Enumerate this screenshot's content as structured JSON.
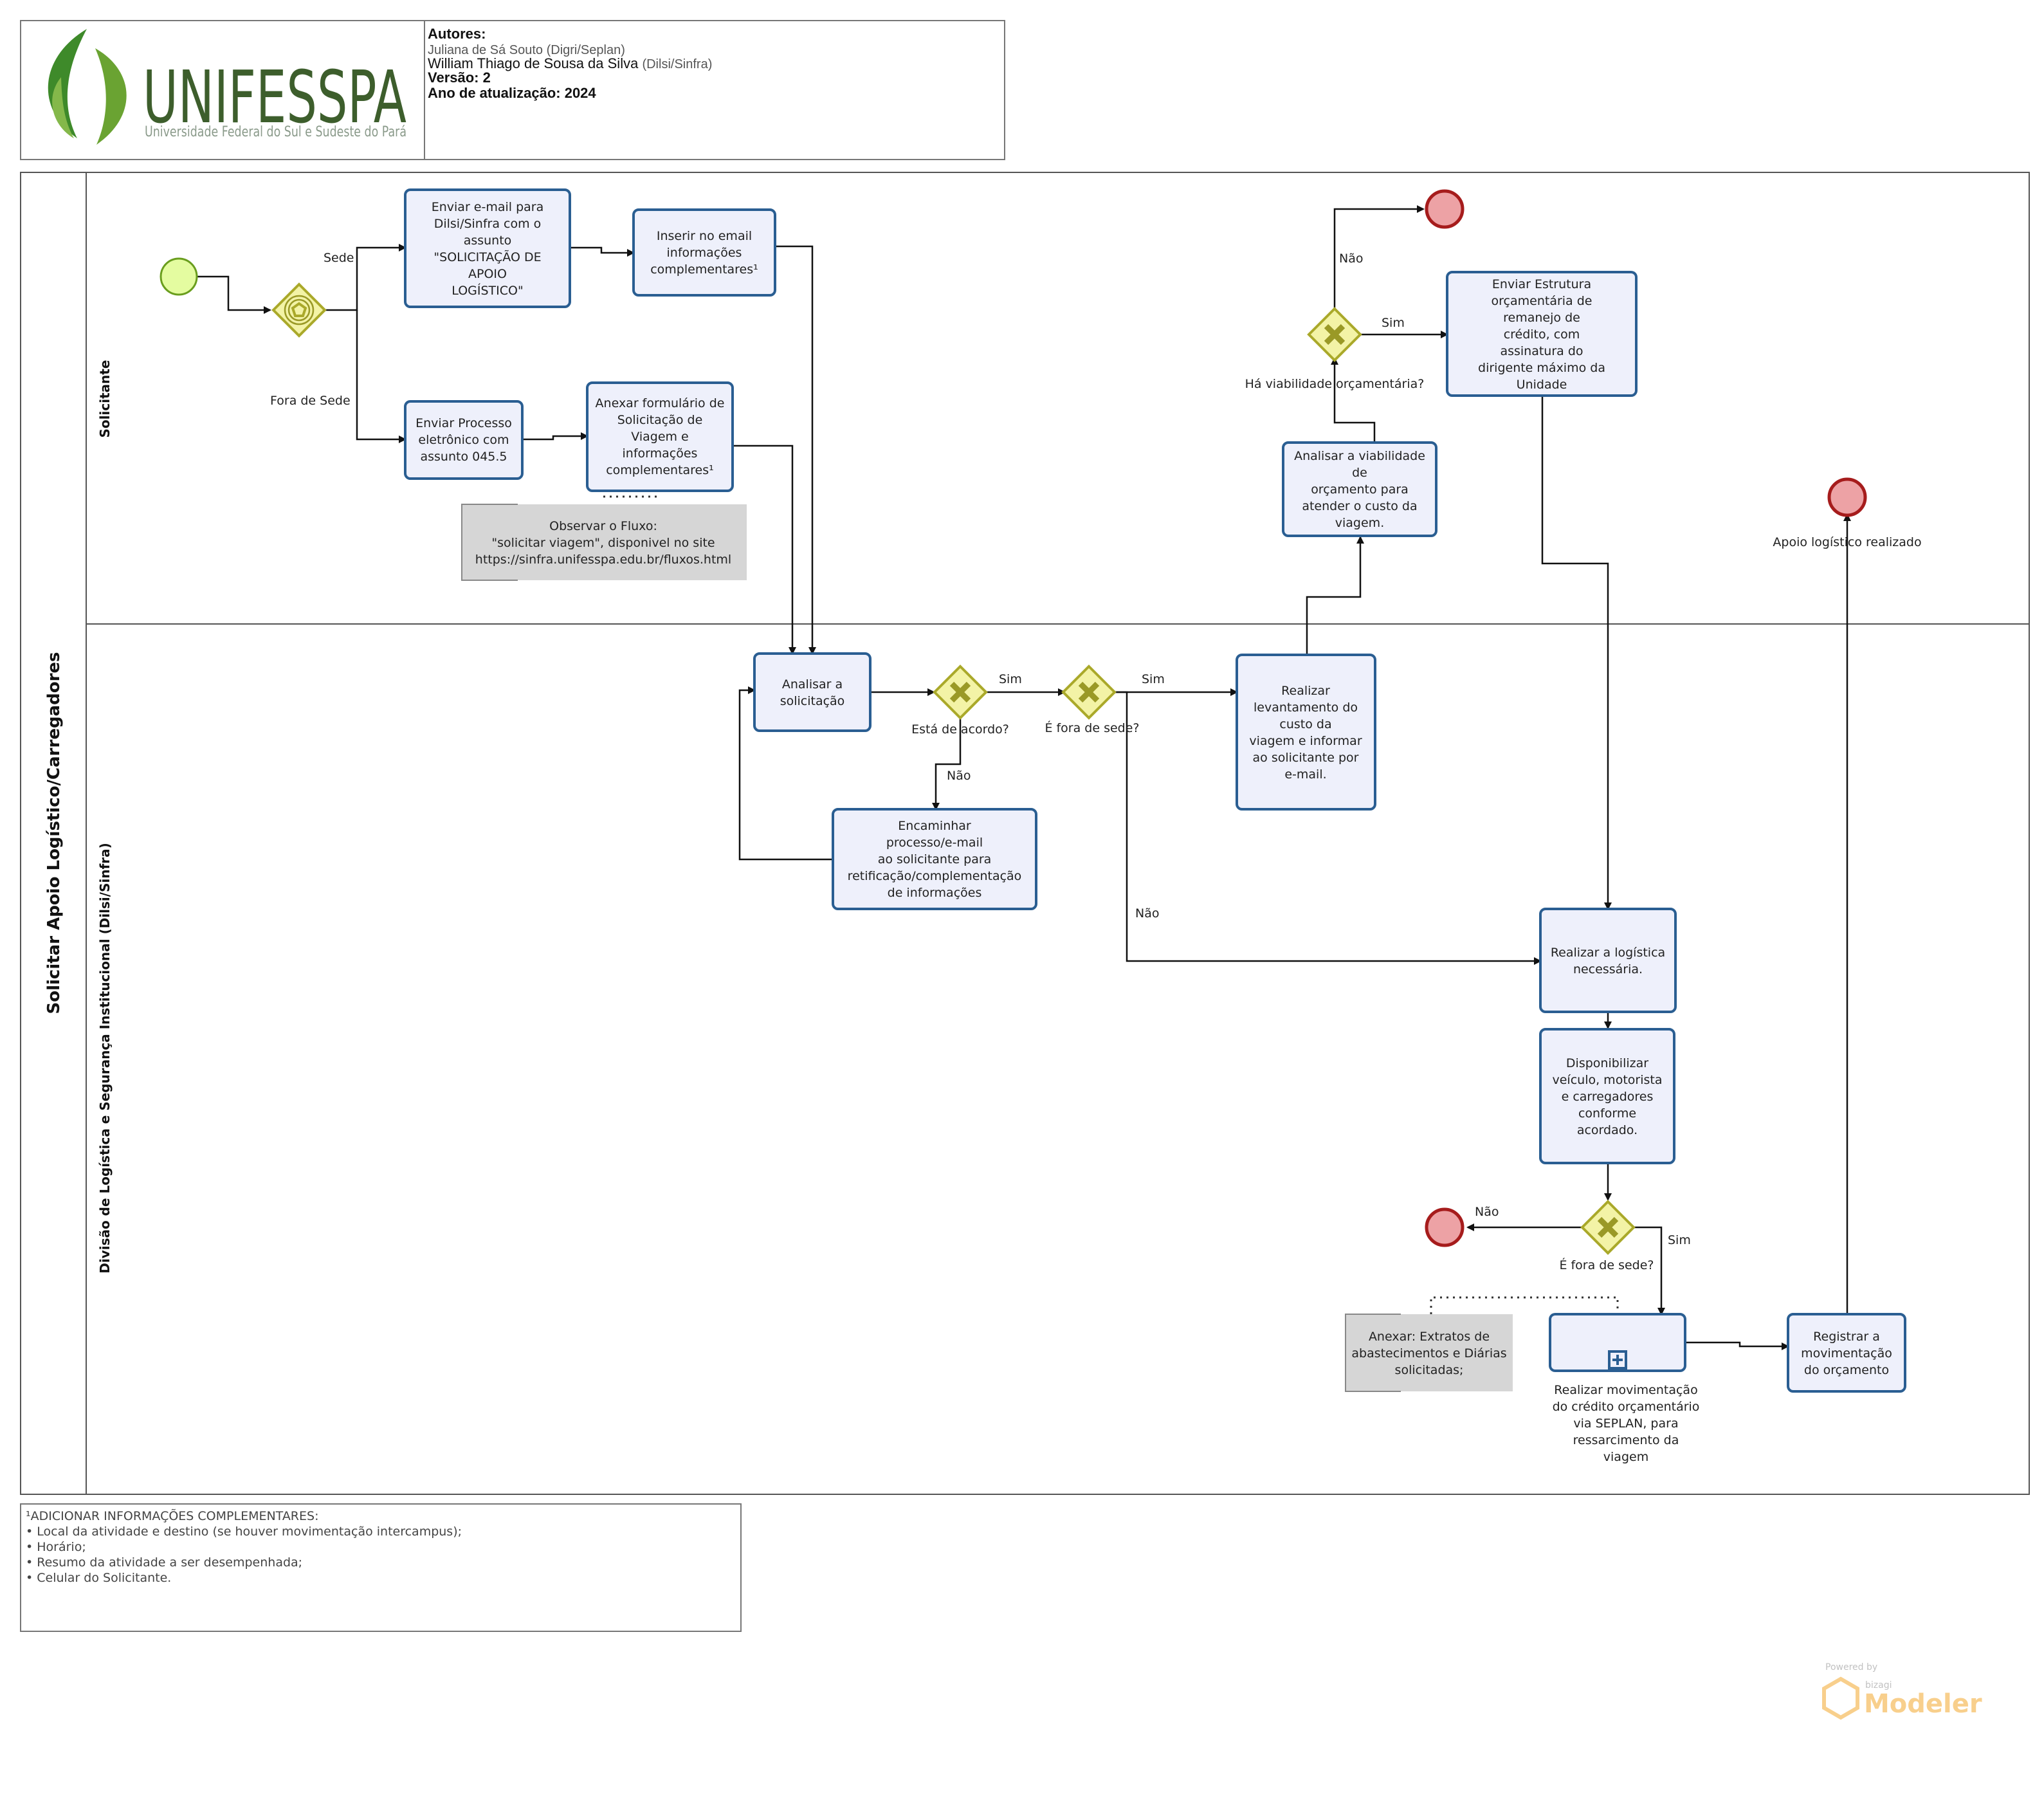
{
  "header": {
    "logo_name": "UNIFESSPA",
    "logo_subtitle": "Universidade Federal do Sul e Sudeste do Pará",
    "authors_label": "Autores:",
    "author1_name": "Juliana de Sá Souto",
    "author1_unit": "(Digri/Seplan)",
    "author2_name": "William Thiago de Sousa da Silva",
    "author2_unit": "(Dilsi/Sinfra)",
    "version": "Versão: 2",
    "year": "Ano de atualização: 2024"
  },
  "pool": {
    "title": "Solicitar Apoio Logístico/Carregadores",
    "lane1": "Solicitante",
    "lane2": "Divisão de Logística e Segurança Institucional (Dilsi/Sinfra)"
  },
  "tasks": {
    "t_email": [
      "Enviar e-mail para",
      "Dilsi/Sinfra com o",
      "assunto",
      "\"SOLICITAÇÃO DE",
      "APOIO",
      "LOGÍSTICO\""
    ],
    "t_inserir": [
      "Inserir no email",
      "informações",
      "complementares¹"
    ],
    "t_processo": [
      "Enviar Processo",
      "eletrônico com",
      "assunto 045.5"
    ],
    "t_anexar": [
      "Anexar formulário de",
      "Solicitação de",
      "Viagem e",
      "informações",
      "complementares¹"
    ],
    "t_viab": [
      "Analisar a viabilidade",
      "de",
      "orçamento para",
      "atender o custo da",
      "viagem."
    ],
    "t_estrutura": [
      "Enviar Estrutura",
      "orçamentária de",
      "remanejo de",
      "crédito, com",
      "assinatura do",
      "dirigente máximo da",
      "Unidade"
    ],
    "t_analisar": [
      "Analisar a",
      "solicitação"
    ],
    "t_encaminhar": [
      "Encaminhar",
      "processo/e-mail",
      "ao solicitante para",
      "retificação/complementação",
      "de informações"
    ],
    "t_levantamento": [
      "Realizar",
      "levantamento do",
      "custo da",
      "viagem e informar",
      "ao solicitante por",
      "e-mail."
    ],
    "t_logistica": [
      "Realizar a logística",
      "necessária."
    ],
    "t_disponibilizar": [
      "Disponibilizar",
      "veículo, motorista",
      "e carregadores",
      "conforme",
      "acordado."
    ],
    "t_movimentacao": [
      "Realizar movimentação",
      "do crédito orçamentário",
      "via SEPLAN, para",
      "ressarcimento da",
      "viagem"
    ],
    "t_registrar": [
      "Registrar a",
      "movimentação",
      "do orçamento"
    ]
  },
  "annotations": {
    "a_fluxo": [
      "Observar o Fluxo:",
      "\"solicitar viagem\", disponivel no site",
      "https://sinfra.unifesspa.edu.br/fluxos.html"
    ],
    "a_extratos": [
      "Anexar: Extratos de",
      "abastecimentos e Diárias",
      "solicitadas;"
    ]
  },
  "gateways": {
    "g_viab": "Há viabilidade orçamentária?",
    "g_acordo": "Está de acordo?",
    "g_fora1": "É fora de sede?",
    "g_fora2": "É fora de sede?"
  },
  "flow_labels": {
    "sede": "Sede",
    "fora_sede": "Fora de Sede",
    "nao_viab": "Não",
    "sim_viab": "Sim",
    "sim_acordo": "Sim",
    "nao_acordo": "Não",
    "sim_fora1": "Sim",
    "nao_fora1": "Não",
    "nao_fora2": "Não",
    "sim_fora2": "Sim"
  },
  "events": {
    "end_realizado": "Apoio logístico realizado"
  },
  "footnote": {
    "title": "¹ADICIONAR INFORMAÇÕES COMPLEMENTARES:",
    "items": [
      "• Local da atividade e destino (se houver movimentação intercampus);",
      "• Horário;",
      "• Resumo da atividade a ser desempenhada;",
      "• Celular do Solicitante."
    ]
  },
  "branding": {
    "powered": "Powered by",
    "bizagi": "bizagi",
    "modeler": "Modeler"
  },
  "colors": {
    "task_fill": "#eef0fb",
    "task_stroke": "#2a5e92",
    "start_fill": "#e4fca0",
    "end_fill": "#eda2a5",
    "gateway_fill": "#f3f3a6",
    "logo_green": "#3e8a2a",
    "brand_orange": "#f5b041"
  }
}
